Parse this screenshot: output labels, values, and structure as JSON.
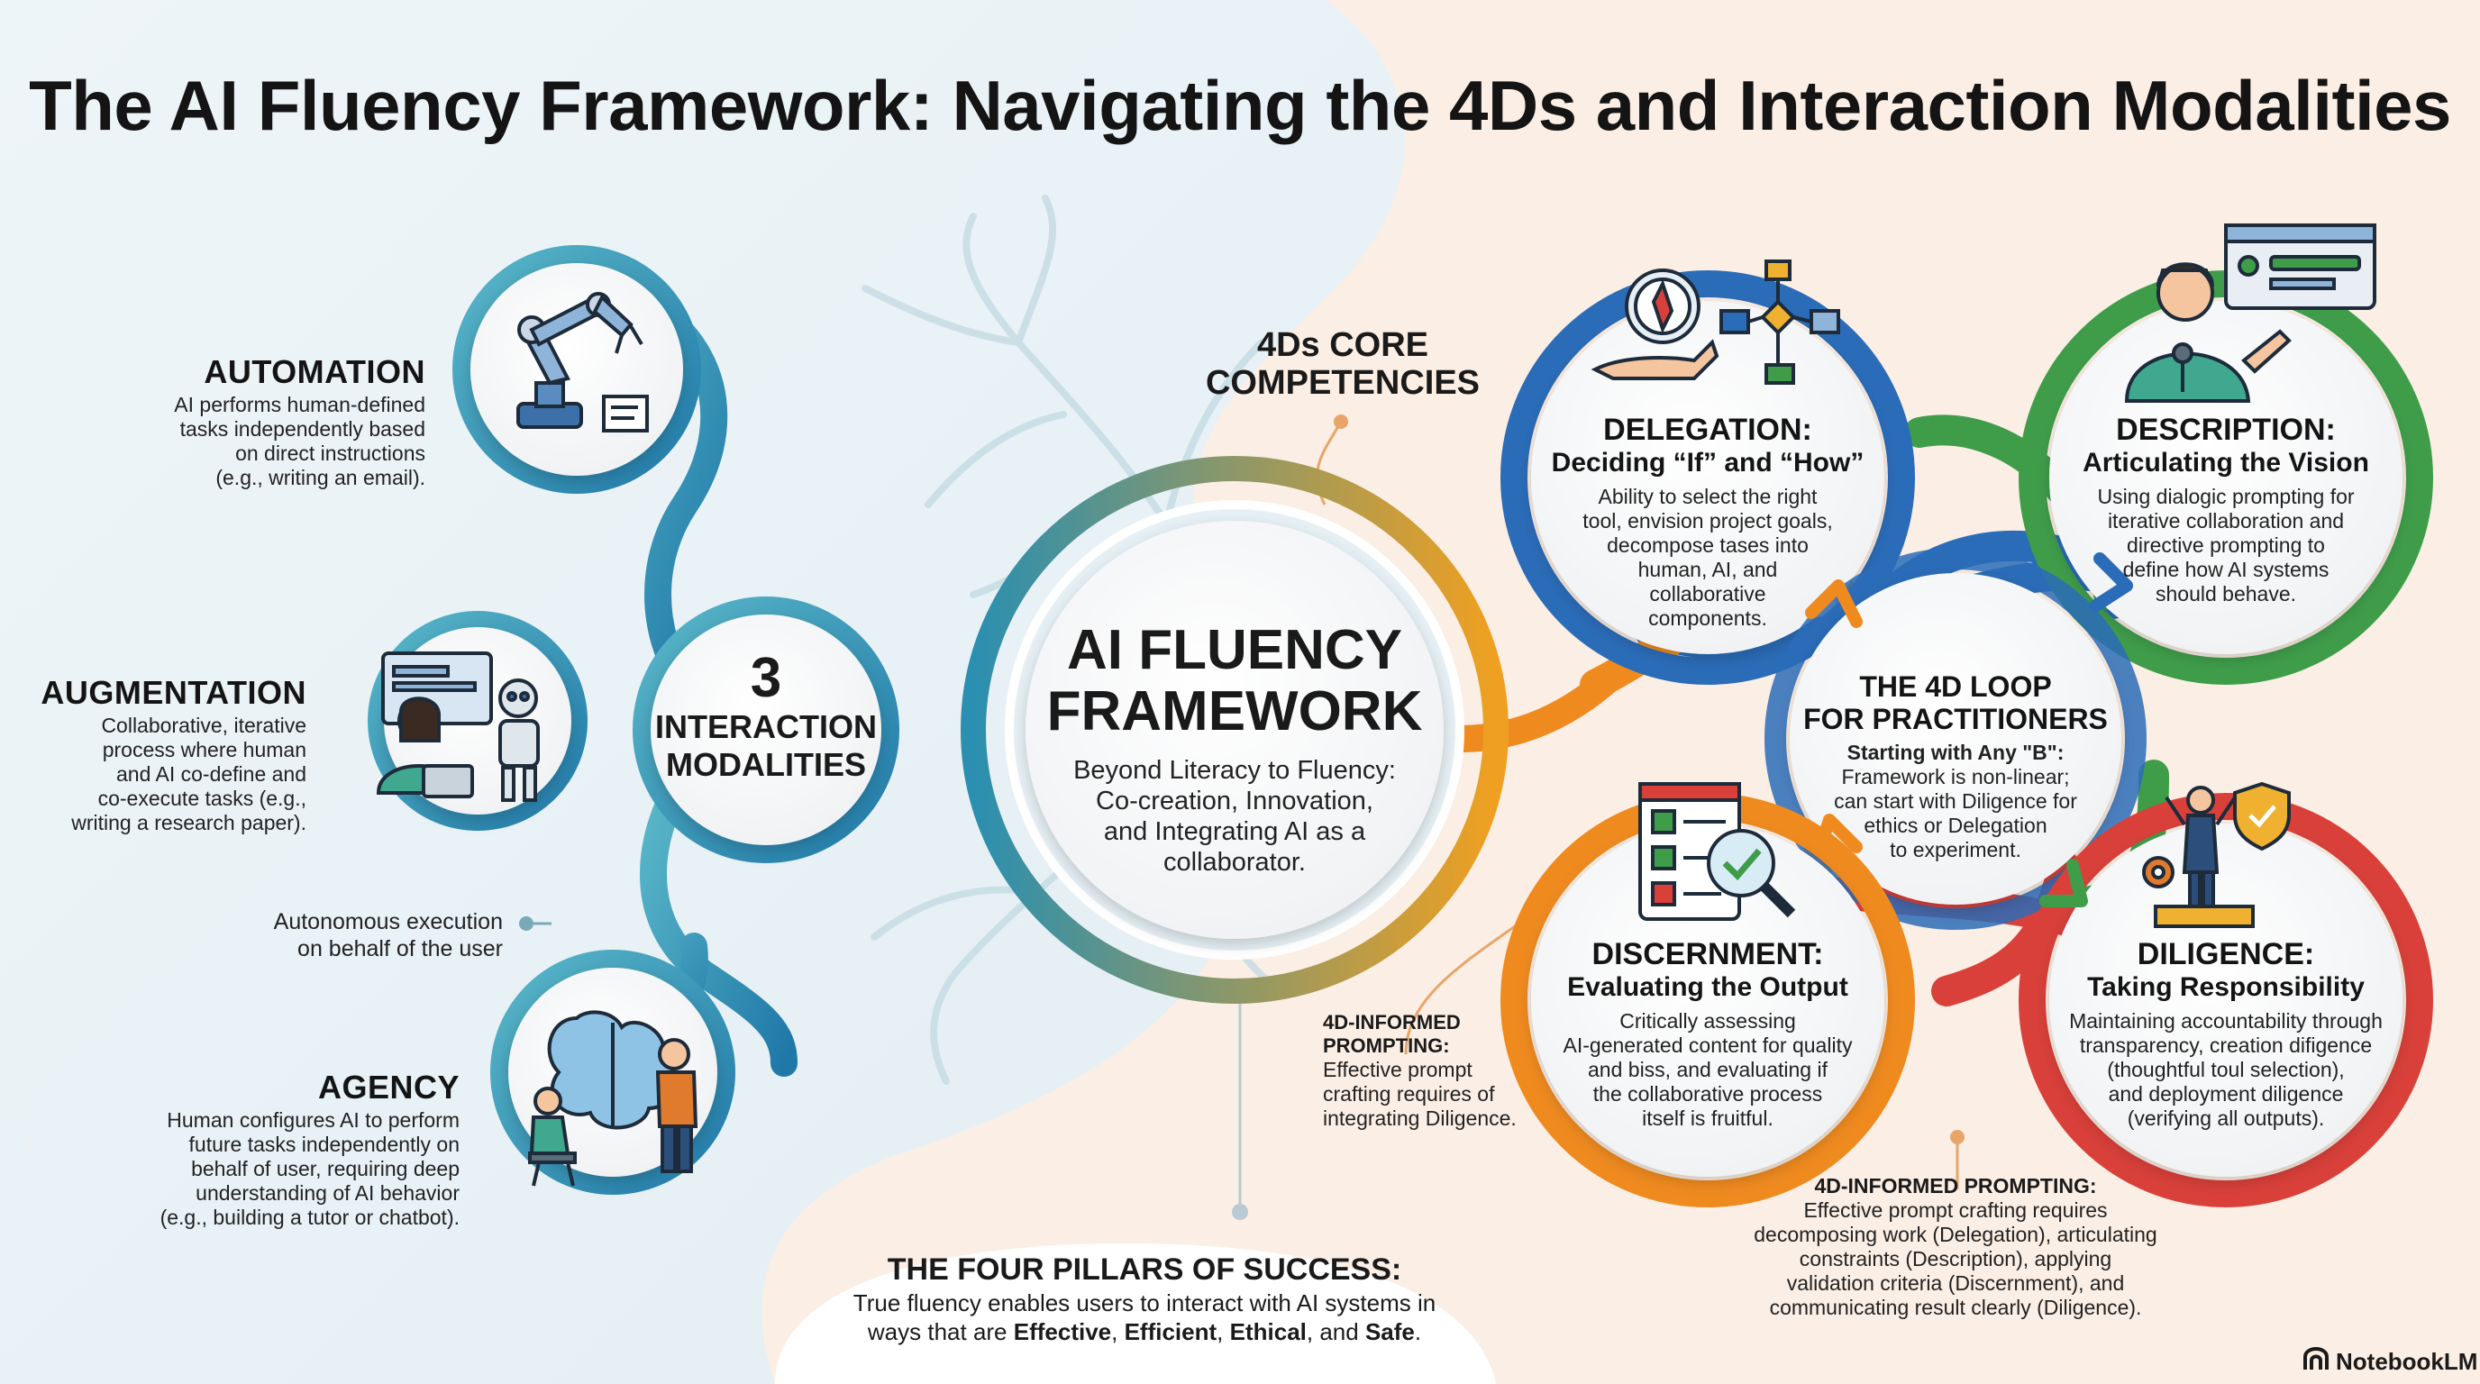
{
  "title": "The AI Fluency Framework: Navigating the 4Ds and Interaction Modalities",
  "colors": {
    "teal": "#2a8fb0",
    "blue": "#2b6cb8",
    "green": "#3f9d4a",
    "orange": "#ef8a1f",
    "red": "#d9403a",
    "left_bg": "#e7f1f5",
    "right_bg": "#fbeee4"
  },
  "center_hub": {
    "title_line1": "AI FLUENCY",
    "title_line2": "FRAMEWORK",
    "body_line1": "Beyond Literacy to Fluency:",
    "body_line2": "Co-creation, Innovation,",
    "body_line3": "and Integrating AI as a",
    "body_line4": "collaborator."
  },
  "modalities_hub": {
    "number": "3",
    "line1": "INTERACTION",
    "line2": "MODALITIES"
  },
  "automation": {
    "heading": "AUTOMATION",
    "lines": [
      "AI performs human-defined",
      "tasks independently based",
      "on direct instructions",
      "(e.g., writing an email)."
    ],
    "icon": "robot-arm-icon"
  },
  "augmentation": {
    "heading": "AUGMENTATION",
    "lines": [
      "Collaborative, iterative",
      "process where human",
      "and AI co-define and",
      "co-execute tasks (e.g.,",
      "writing a research paper)."
    ],
    "icon": "human-robot-collaboration-icon"
  },
  "autonomous_note": {
    "lines": [
      "Autonomous execution",
      "on behalf of the user"
    ]
  },
  "agency": {
    "heading": "AGENCY",
    "lines": [
      "Human configures AI to perform",
      "future tasks independently on",
      "behalf of user, requiring deep",
      "understanding of AI behavior",
      "(e.g., building a tutor or chatbot)."
    ],
    "icon": "brain-configuration-icon"
  },
  "core": {
    "line1": "4Ds CORE",
    "line2": "COMPETENCIES"
  },
  "delegation": {
    "title": "DELEGATION:",
    "subtitle": "Deciding “If” and “How”",
    "lines": [
      "Ability to select the right",
      "tool, envision project goals,",
      "decompose tases into",
      "human, AI, and",
      "collaborative",
      "components."
    ],
    "icon": "compass-flowchart-icon"
  },
  "description": {
    "title": "DESCRIPTION:",
    "subtitle": "Articulating the Vision",
    "lines": [
      "Using dialogic prompting for",
      "iterative collaboration and",
      "directive prompting to",
      "define how AI systems",
      "should behave."
    ],
    "icon": "speaker-chat-icon"
  },
  "loop": {
    "title_line1": "THE 4D LOOP",
    "title_line2": "FOR PRACTITIONERS",
    "lines": [
      "Starting with Any \"B\":",
      "Framework is non-linear;",
      "can start with Diligence for",
      "ethics or Delegation",
      "to experiment."
    ]
  },
  "discernment": {
    "title": "DISCERNMENT:",
    "subtitle": "Evaluating the Output",
    "lines": [
      "Critically assessing",
      "AI-generated content for quality",
      "and biss, and evaluating if",
      "the collaborative process",
      "itself is fruitful."
    ],
    "icon": "checklist-magnifier-icon"
  },
  "diligence": {
    "title": "DILIGENCE:",
    "subtitle": "Taking Responsibility",
    "lines": [
      "Maintaining accountability through",
      "transparency, creation difigence",
      "(thoughtful toul selection),",
      "and deployment diligence",
      "(verifying all outputs)."
    ],
    "icon": "shield-podium-icon"
  },
  "informed_small": {
    "heading_line1": "4D-INFORMED",
    "heading_line2": "PROMPTING:",
    "lines": [
      "Effective prompt",
      "crafting requires of",
      "integrating Diligence."
    ]
  },
  "informed_large": {
    "heading": "4D-INFORMED PROMPTING:",
    "lines": [
      "Effective prompt crafting requires",
      "decomposing work (Delegation), articulating",
      "constraints (Description), applying",
      "validation criteria (Discernment), and",
      "communicating result clearly (Diligence)."
    ]
  },
  "pillars": {
    "heading": "THE FOUR PILLARS OF SUCCESS:",
    "line1": "True fluency enables users to interact with AI systems in",
    "line2_prefix": "ways that are ",
    "kw1": "Effective",
    "sep1": ", ",
    "kw2": "Efficient",
    "sep2": ", ",
    "kw3": "Ethical",
    "sep3": ", and ",
    "kw4": "Safe",
    "end": "."
  },
  "brand": "NotebookLM"
}
